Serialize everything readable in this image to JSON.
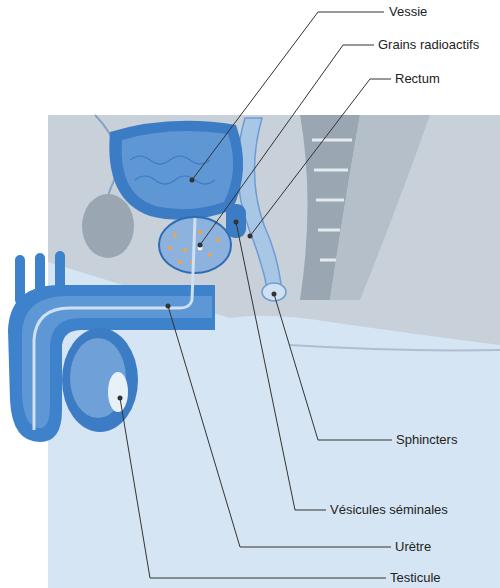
{
  "diagram": {
    "labels": [
      "Vessie",
      "Grains radioactifs",
      "Rectum",
      "Sphincters",
      "Vésicules séminales",
      "Urètre",
      "Testicule"
    ]
  }
}
